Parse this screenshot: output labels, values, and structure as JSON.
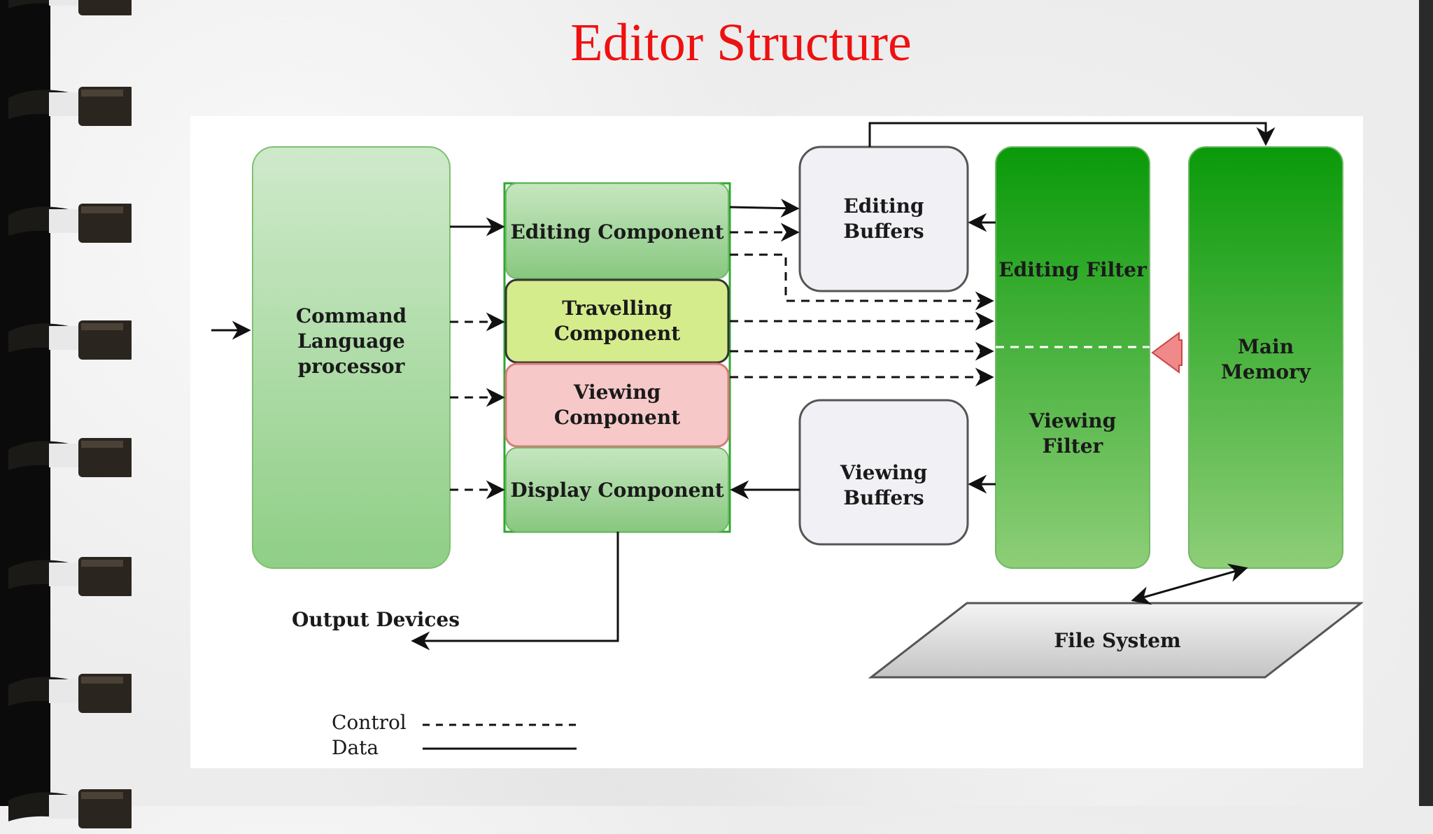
{
  "title": "Editor Structure",
  "nodes": {
    "command_processor": "Command\nLanguage\nprocessor",
    "editing_component": "Editing Component",
    "travelling_component": "Travelling\nComponent",
    "viewing_component": "Viewing\nComponent",
    "display_component": "Display Component",
    "editing_buffers": "Editing\nBuffers",
    "viewing_buffers": "Viewing\nBuffers",
    "editing_filter": "Editing Filter",
    "viewing_filter": "Viewing\nFilter",
    "main_memory": "Main\nMemory",
    "file_system": "File System",
    "output_devices": "Output Devices"
  },
  "legend": {
    "control": "Control",
    "data": "Data"
  },
  "colors": {
    "title": "#ee1111",
    "light_green": "#a8d8a0",
    "dark_green": "#0a9a0a",
    "yellow_green": "#d4ec8c",
    "pink": "#f6c8c8",
    "buffer_gray": "#f1f0f4",
    "file_system_gray": "#c8c8c8"
  }
}
